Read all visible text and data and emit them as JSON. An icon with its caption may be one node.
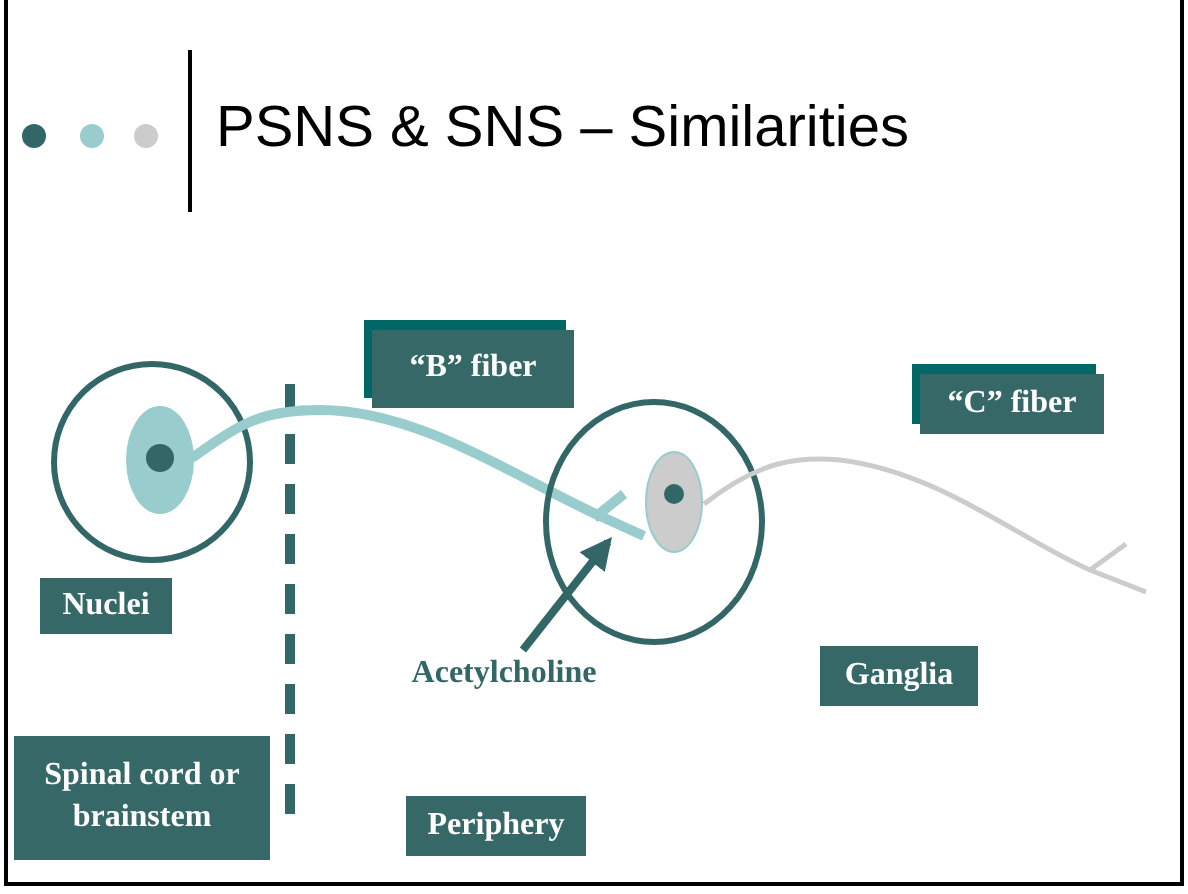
{
  "diagram": {
    "title": "PSNS & SNS – Similarities",
    "nodes": [
      {
        "text": [
          "“B” fiber"
        ]
      },
      {
        "text": [
          "“C” fiber"
        ]
      },
      {
        "text": [
          "Nuclei"
        ]
      },
      {
        "text": [
          "Acetylcholine"
        ]
      },
      {
        "text": [
          "Ganglia"
        ]
      },
      {
        "text": [
          "Spinal cord or brainstem"
        ]
      },
      {
        "text": [
          "Periphery"
        ]
      },
      {
        "text": [],
        "shape": "line"
      }
    ],
    "edges": [
      {
        "from": 3,
        "to": 7,
        "arrow": "to"
      }
    ]
  }
}
